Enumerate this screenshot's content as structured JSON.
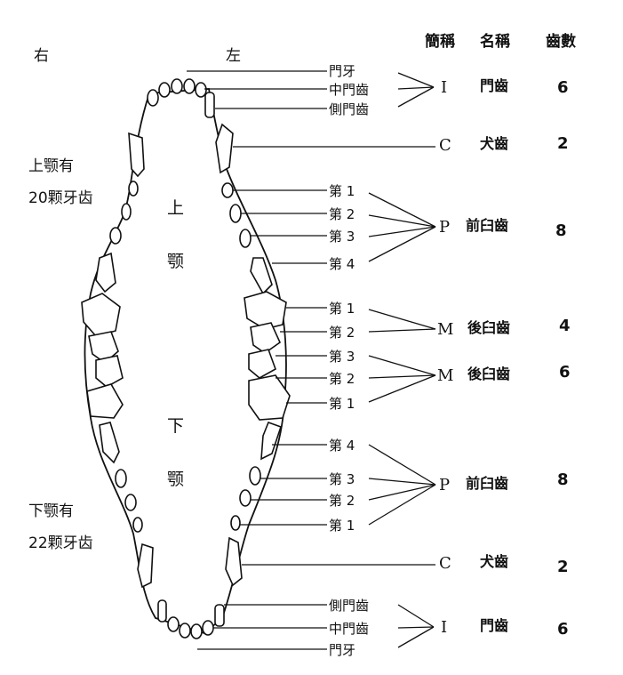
{
  "header": {
    "right": "右",
    "left": "左",
    "abbr": "簡稱",
    "name": "名稱",
    "count": "齒數"
  },
  "upper_jaw": {
    "desc_line1": "上颚有",
    "desc_line2": "20颗牙齿",
    "char1": "上",
    "char2": "颚",
    "labels": [
      "門牙",
      "中門齒",
      "側門齒",
      "第 1",
      "第 2",
      "第 3",
      "第 4",
      "第 1",
      "第 2"
    ]
  },
  "lower_jaw": {
    "desc_line1": "下颚有",
    "desc_line2": "22颗牙齿",
    "char1": "下",
    "char2": "颚",
    "labels": [
      "第 3",
      "第 2",
      "第 1",
      "第 4",
      "第 3",
      "第 2",
      "第 1",
      "側門齒",
      "中門齒",
      "門牙"
    ]
  },
  "groups": [
    {
      "abbr": "I",
      "name": "門齒",
      "count": "6"
    },
    {
      "abbr": "C",
      "name": "犬齒",
      "count": "2"
    },
    {
      "abbr": "P",
      "name": "前臼齒",
      "count": "8"
    },
    {
      "abbr": "M",
      "name": "後臼齒",
      "count": "4"
    },
    {
      "abbr": "M",
      "name": "後臼齒",
      "count": "6"
    },
    {
      "abbr": "P",
      "name": "前臼齒",
      "count": "8"
    },
    {
      "abbr": "C",
      "name": "犬齒",
      "count": "2"
    },
    {
      "abbr": "I",
      "name": "門齒",
      "count": "6"
    }
  ]
}
